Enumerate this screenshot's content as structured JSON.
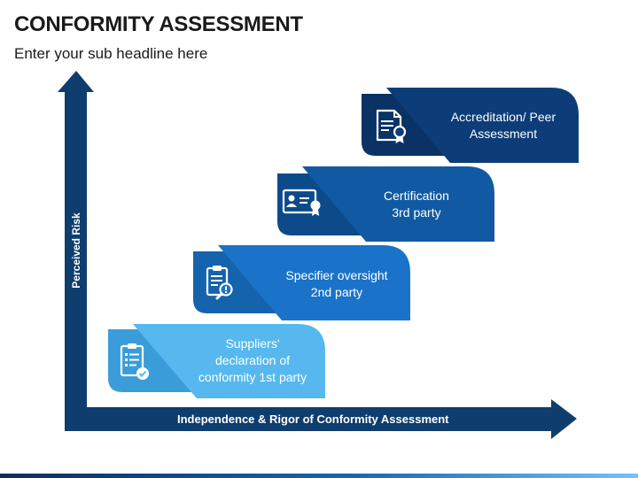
{
  "header": {
    "title": "CONFORMITY ASSESSMENT",
    "subtitle": "Enter your sub headline here"
  },
  "axes": {
    "y_label": "Perceived Risk",
    "x_label": "Independence & Rigor of Conformity Assessment"
  },
  "steps": [
    {
      "line1": "Suppliers'",
      "line2": "declaration of",
      "line3": "conformity 1st party",
      "icon": "clipboard-check-icon",
      "color": "#56b8ee",
      "dark": "#3a9dd9"
    },
    {
      "line1": "Specifier oversight",
      "line2": "2nd party",
      "line3": "",
      "icon": "clipboard-search-icon",
      "color": "#1a73c9",
      "dark": "#1562ad"
    },
    {
      "line1": "Certification",
      "line2": "3rd party",
      "line3": "",
      "icon": "certificate-icon",
      "color": "#115aa3",
      "dark": "#0d4a8a"
    },
    {
      "line1": "Accreditation/ Peer",
      "line2": "Assessment",
      "line3": "",
      "icon": "accreditation-document-icon",
      "color": "#0c3d78",
      "dark": "#0a3264"
    }
  ],
  "colors": {
    "axis": "#0f3d6e",
    "text": "#1a1a1a"
  }
}
